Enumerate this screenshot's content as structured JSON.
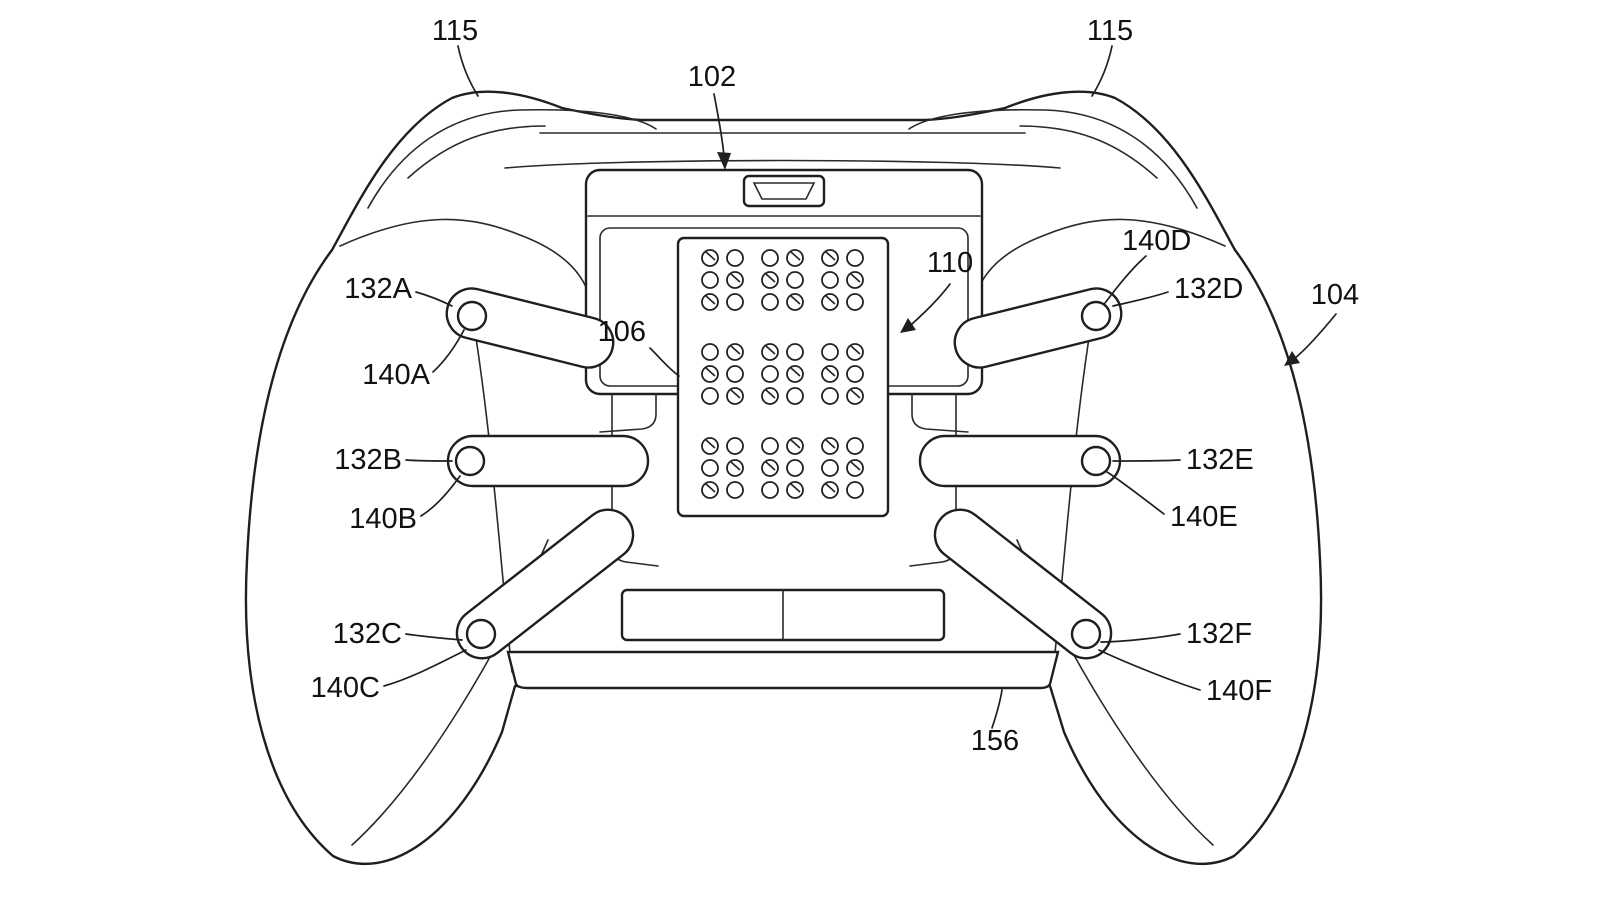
{
  "colors": {
    "line": "#1f1f1f",
    "background": "#ffffff"
  },
  "labels": [
    {
      "id": "115-left",
      "text": "115"
    },
    {
      "id": "102",
      "text": "102"
    },
    {
      "id": "115-right",
      "text": "115"
    },
    {
      "id": "132A",
      "text": "132A"
    },
    {
      "id": "140A",
      "text": "140A"
    },
    {
      "id": "132B",
      "text": "132B"
    },
    {
      "id": "140B",
      "text": "140B"
    },
    {
      "id": "132C",
      "text": "132C"
    },
    {
      "id": "140C",
      "text": "140C"
    },
    {
      "id": "106",
      "text": "106"
    },
    {
      "id": "110",
      "text": "110"
    },
    {
      "id": "140D",
      "text": "140D"
    },
    {
      "id": "132D",
      "text": "132D"
    },
    {
      "id": "104",
      "text": "104"
    },
    {
      "id": "132E",
      "text": "132E"
    },
    {
      "id": "140E",
      "text": "140E"
    },
    {
      "id": "132F",
      "text": "132F"
    },
    {
      "id": "140F",
      "text": "140F"
    },
    {
      "id": "156",
      "text": "156"
    }
  ]
}
